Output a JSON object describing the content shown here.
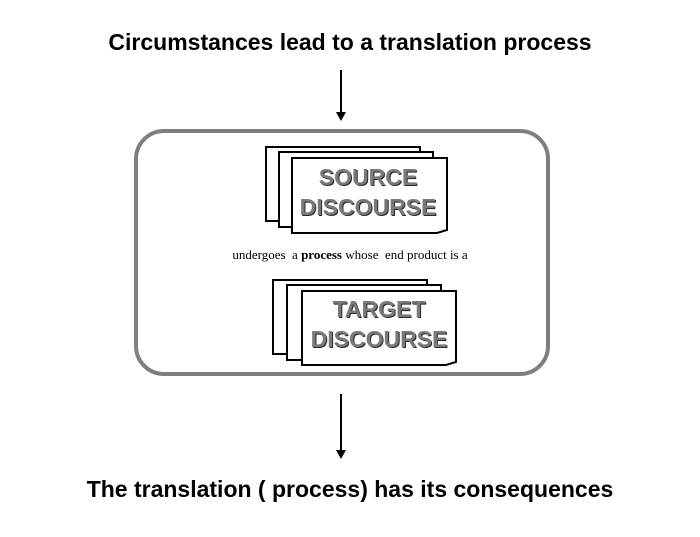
{
  "top_caption": "Circumstances lead to a translation process",
  "bottom_caption": "The translation ( process) has its consequences",
  "source": {
    "line1": "SOURCE",
    "line2": "DISCOURSE"
  },
  "target": {
    "line1": "TARGET",
    "line2": "DISCOURSE"
  },
  "middle": {
    "before": "undergoes  a ",
    "keyword": "process",
    "after": " whose  end product is a"
  },
  "colors": {
    "stroke": "#000000",
    "box_border": "#7f7f7f",
    "label": "#7a7a7a"
  }
}
